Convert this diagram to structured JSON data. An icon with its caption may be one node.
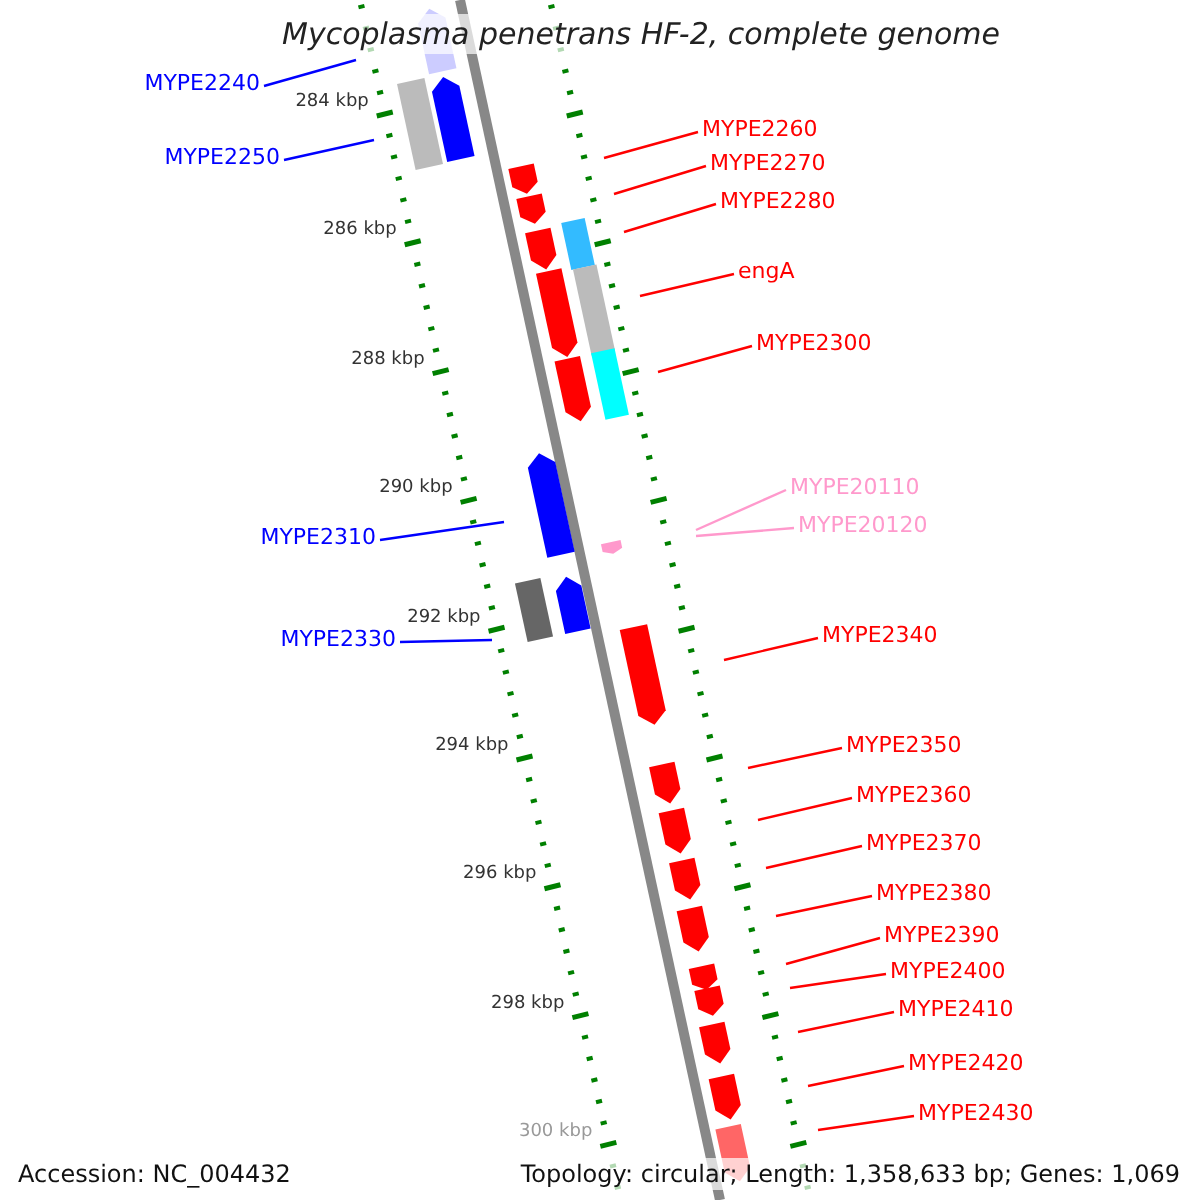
{
  "diagram": {
    "title": "Mycoplasma penetrans HF-2, complete genome",
    "nodes": [
      {
        "text": [
          "MYPE2240"
        ]
      },
      {
        "text": [
          "MYPE2260"
        ]
      },
      {
        "text": [
          "MYPE2250"
        ]
      },
      {
        "text": [
          "MYPE2270"
        ]
      },
      {
        "text": [
          "MYPE2280"
        ]
      },
      {
        "text": [
          "engA"
        ]
      },
      {
        "text": [
          "MYPE2300"
        ]
      },
      {
        "text": [
          "MYPE20110"
        ]
      },
      {
        "text": [
          "MYPE20120"
        ]
      },
      {
        "text": [
          "MYPE2310"
        ]
      },
      {
        "text": [
          "MYPE2330"
        ]
      },
      {
        "text": [
          "MYPE2340"
        ]
      },
      {
        "text": [
          "MYPE2350"
        ]
      },
      {
        "text": [
          "MYPE2360"
        ]
      },
      {
        "text": [
          "MYPE2370"
        ]
      },
      {
        "text": [
          "MYPE2380"
        ]
      },
      {
        "text": [
          "MYPE2390"
        ]
      },
      {
        "text": [
          "MYPE2400"
        ]
      },
      {
        "text": [
          "MYPE2410"
        ]
      },
      {
        "text": [
          "MYPE2420"
        ]
      },
      {
        "text": [
          "MYPE2430"
        ]
      }
    ],
    "edges": [
      {
        "from": 0,
        "to": null,
        "arrow": "none",
        "color": "#0000ff"
      },
      {
        "from": 1,
        "to": null,
        "arrow": "none"
      },
      {
        "from": 2,
        "to": null,
        "arrow": "none",
        "color": "#0000ff"
      },
      {
        "from": 3,
        "to": null,
        "arrow": "none"
      },
      {
        "from": 4,
        "to": null,
        "arrow": "none"
      },
      {
        "from": 5,
        "to": null,
        "arrow": "none"
      },
      {
        "from": 6,
        "to": null,
        "arrow": "none"
      },
      {
        "from": 7,
        "to": null,
        "arrow": "none",
        "color": "#ff99cc"
      },
      {
        "from": 8,
        "to": null,
        "arrow": "none",
        "color": "#ff99cc"
      },
      {
        "from": 9,
        "to": null,
        "arrow": "none",
        "color": "#0000ff"
      },
      {
        "from": 10,
        "to": null,
        "arrow": "none",
        "color": "#0000ff"
      },
      {
        "from": 11,
        "to": null,
        "arrow": "none"
      },
      {
        "from": 12,
        "to": null,
        "arrow": "none"
      },
      {
        "from": 13,
        "to": null,
        "arrow": "none"
      },
      {
        "from": 14,
        "to": null,
        "arrow": "none"
      },
      {
        "from": 15,
        "to": null,
        "arrow": "none"
      },
      {
        "from": 16,
        "to": null,
        "arrow": "none"
      },
      {
        "from": 17,
        "to": null,
        "arrow": "none"
      },
      {
        "from": 18,
        "to": null,
        "arrow": "none"
      },
      {
        "from": 19,
        "to": null,
        "arrow": "none"
      },
      {
        "from": 20,
        "to": null,
        "arrow": "none"
      }
    ],
    "labels": [
      "284 kbp",
      "286 kbp",
      "288 kbp",
      "290 kbp",
      "292 kbp",
      "294 kbp",
      "296 kbp",
      "298 kbp",
      "300 kbp",
      "Accession: NC_004432",
      "Topology: circular; Length: 1,358,633 bp; Genes: 1,069"
    ]
  }
}
